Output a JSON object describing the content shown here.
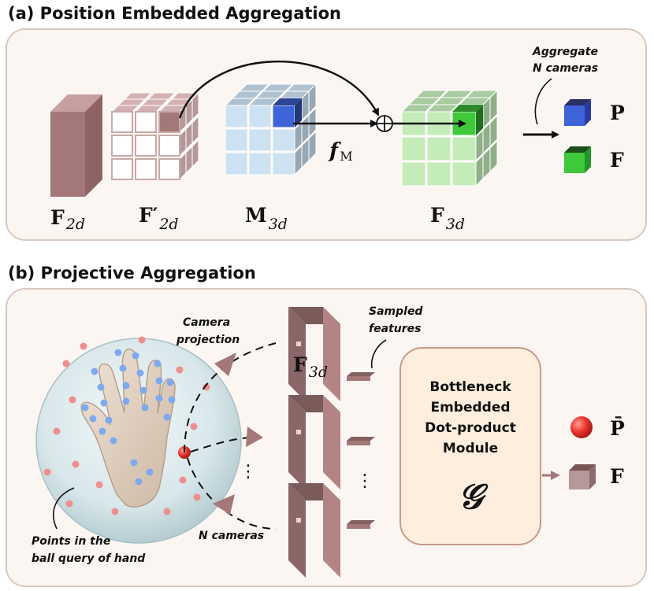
{
  "section_a": {
    "title": "(a) Position Embedded Aggregation",
    "label_f2d_main": "F",
    "label_f2d_sub": "2d",
    "label_f2dp_main": "F′",
    "label_f2dp_sub": "2d",
    "label_m3d_main": "M",
    "label_m3d_sub": "3d",
    "label_f3d_main": "F",
    "label_f3d_sub": "3d",
    "label_fm_main": "f",
    "label_fm_sub": "M",
    "oplus": "⊕",
    "aggregate_line1": "Aggregate",
    "aggregate_line2": "N cameras",
    "out_p": "P",
    "out_f": "F"
  },
  "section_b": {
    "title": "(b) Projective Aggregation",
    "camera_line1": "Camera",
    "camera_line2": "projection",
    "sampled_line1": "Sampled",
    "sampled_line2": "features",
    "f3d_main": "F",
    "f3d_sub": "3d",
    "module_line1": "Bottleneck",
    "module_line2": "Embedded",
    "module_line3": "Dot-product",
    "module_line4": "Module",
    "module_symbol": "𝒢",
    "points_line1": "Points in the",
    "points_line2": "ball query of hand",
    "ncameras": "N cameras",
    "dots_vertical": "⋮",
    "dots_vertical2": "⋮",
    "out_pbar": "P̄",
    "out_f": "F"
  },
  "colors": {
    "panel_bg": "#fbf6f2",
    "panel_border": "#d8c8bf",
    "feature_map": "#a47878",
    "grid_f2dp": "#c9a9a9",
    "cube_m3d": "#cce2f3",
    "cube_m3d_hl": "#3d64d8",
    "cube_f3d": "#c3ecb9",
    "cube_f3d_hl": "#3ec83a",
    "module_bg": "#fdeedd",
    "module_border": "#c89a8a",
    "hand_point": "#7fa9ee",
    "ball_point": "#ee8f8f",
    "center_point": "#e8302a"
  }
}
